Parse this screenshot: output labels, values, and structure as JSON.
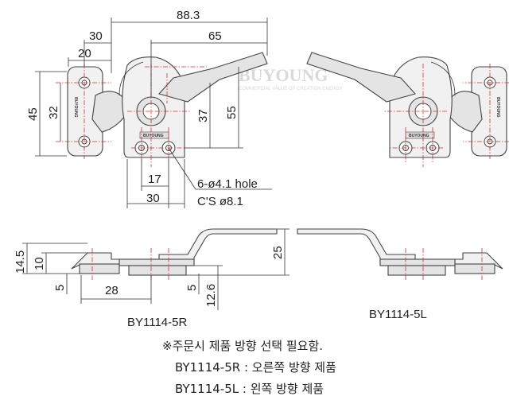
{
  "dimensions": {
    "overall_length": "88.3",
    "d30_top": "30",
    "d65": "65",
    "d20": "20",
    "d45": "45",
    "d32": "32",
    "d37": "37",
    "d55": "55",
    "d17": "17",
    "d30_bottom": "30",
    "d14_5": "14.5",
    "d10": "10",
    "d5_left": "5",
    "d28": "28",
    "d5_mid": "5",
    "d12_6": "12.6",
    "d25": "25"
  },
  "hole_callout": {
    "line1": "6-ø4.1 hole",
    "line2": "C'S ø8.1"
  },
  "part_stamp": "BUYOUNG",
  "watermark": {
    "brand": "BUYOUNG",
    "tagline": "COMMERCIAL VALUE OF CREATION ENERGY"
  },
  "models": {
    "right": "BY1114-5R",
    "left": "BY1114-5L"
  },
  "notes": {
    "line1": "※주문시 제품 방향 선택 필요함.",
    "line2": "BY1114-5R : 오른쪽 방향 제품",
    "line3": "BY1114-5L : 왼쪽 방향 제품"
  }
}
